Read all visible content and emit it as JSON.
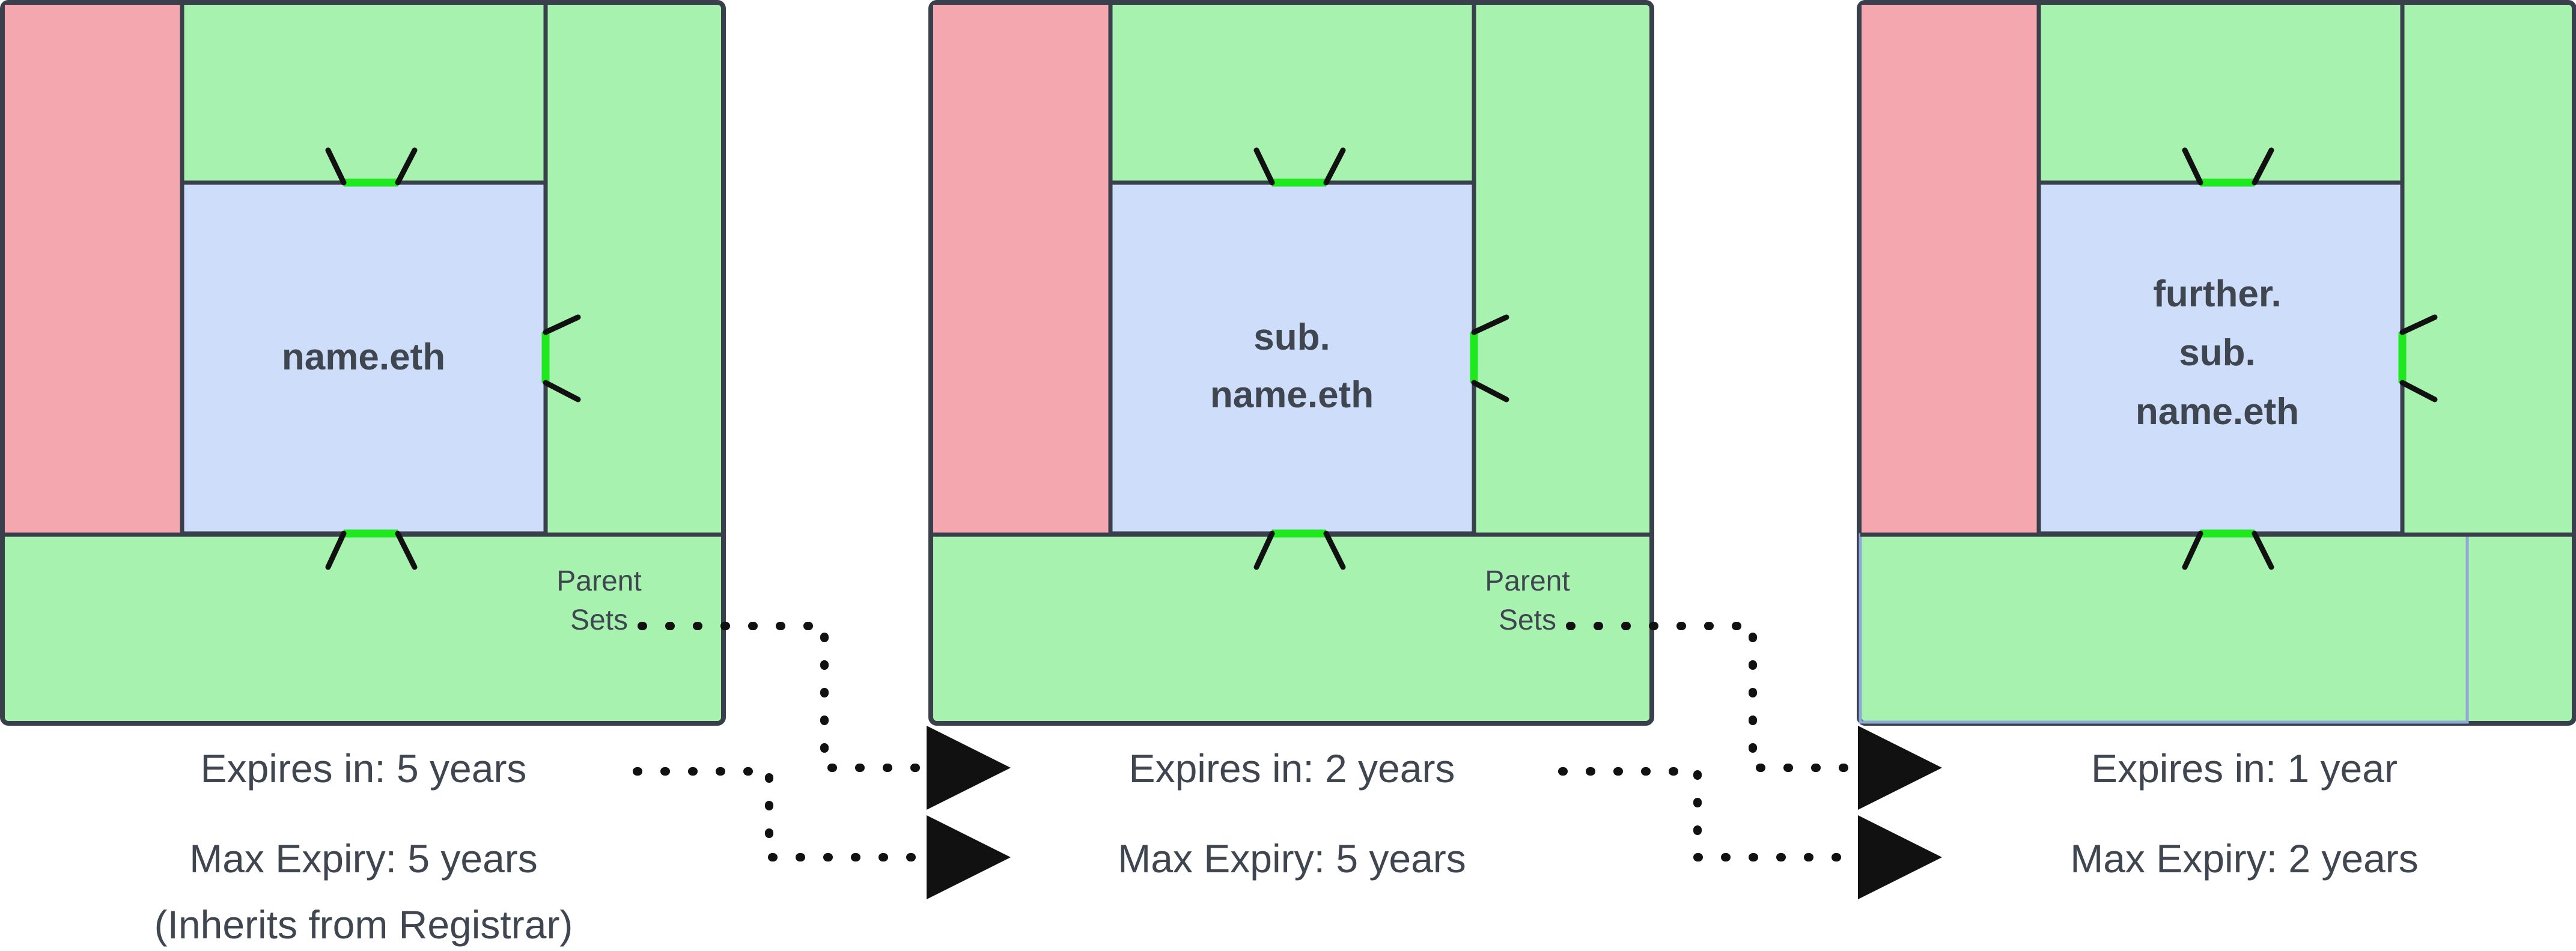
{
  "colors": {
    "fill_registrar_pink": "#F4A7AE",
    "fill_parent_green": "#A6F2AE",
    "fill_name_blue": "#CEDEFA",
    "stroke_dark": "#39404B",
    "gate_green": "#1EE81E",
    "text_dark": "#3F4650",
    "background": "#FFFFFF"
  },
  "panels": [
    {
      "id": "panel-name-eth",
      "name_label": "name.eth",
      "name_lines": [
        "name.eth"
      ],
      "parent_sets_label_lines": [
        "Parent",
        "Sets"
      ],
      "has_parent_sets_label": true,
      "captions": [
        "Expires in: 5 years",
        "Max Expiry: 5 years",
        "(Inherits from Registrar)"
      ]
    },
    {
      "id": "panel-sub-name-eth",
      "name_label": "sub.name.eth",
      "name_lines": [
        "sub.",
        "name.eth"
      ],
      "parent_sets_label_lines": [
        "Parent",
        "Sets"
      ],
      "has_parent_sets_label": true,
      "captions": [
        "Expires in: 2 years",
        "Max Expiry: 5 years"
      ]
    },
    {
      "id": "panel-further-sub-name-eth",
      "name_label": "further.sub.name.eth",
      "name_lines": [
        "further.",
        "sub.",
        "name.eth"
      ],
      "parent_sets_label_lines": [],
      "has_parent_sets_label": false,
      "captions": [
        "Expires in: 1 year",
        "Max Expiry: 2 years"
      ]
    }
  ],
  "connectors": [
    {
      "id": "connector-parent-sets-1-to-expires-2",
      "from": "panel-name-eth parent-sets",
      "to": "panel-sub-name-eth expires-in",
      "style": "dotted",
      "arrowhead": true
    },
    {
      "id": "connector-expires-1-to-max-expiry-2",
      "from": "panel-name-eth expires-in",
      "to": "panel-sub-name-eth max-expiry",
      "style": "dotted",
      "arrowhead": true
    },
    {
      "id": "connector-parent-sets-2-to-expires-3",
      "from": "panel-sub-name-eth parent-sets",
      "to": "panel-further-sub-name-eth expires-in",
      "style": "dotted",
      "arrowhead": true
    },
    {
      "id": "connector-expires-2-to-max-expiry-3",
      "from": "panel-sub-name-eth expires-in",
      "to": "panel-further-sub-name-eth max-expiry",
      "style": "dotted",
      "arrowhead": true
    }
  ],
  "gate_icons": [
    {
      "id": "gate-top",
      "orientation": "horizontal",
      "meaning": "permission-opening"
    },
    {
      "id": "gate-right",
      "orientation": "vertical",
      "meaning": "permission-opening"
    },
    {
      "id": "gate-bottom",
      "orientation": "horizontal",
      "meaning": "permission-opening"
    }
  ]
}
